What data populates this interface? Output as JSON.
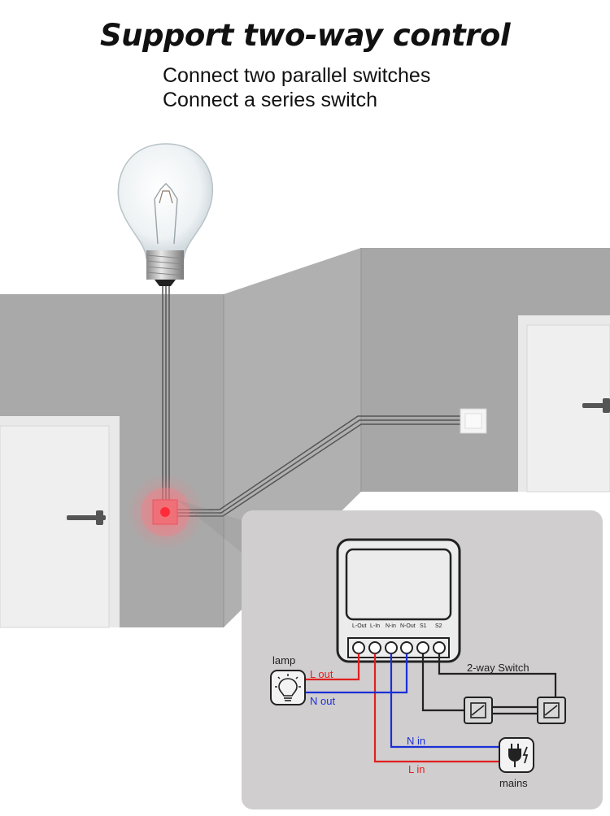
{
  "header": {
    "title": "Support two-way control",
    "lines": [
      "Connect two parallel switches",
      "Connect a series switch"
    ]
  },
  "diagram": {
    "terminals": [
      "L-Out",
      "L-In",
      "N-in",
      "N-Out",
      "S1",
      "S2"
    ],
    "lamp_label": "lamp",
    "l_out": "L out",
    "n_out": "N out",
    "switch_label": "2-way Switch",
    "n_in": "N in",
    "l_in": "L in",
    "mains_label": "mains"
  },
  "colors": {
    "wall": "#a9a9a9",
    "wall_light": "#b8b8b8",
    "panel": "#d1cecf",
    "live": "#e02020",
    "neutral": "#1a2fd6",
    "wire": "#222222",
    "device_glow": "#e8545f"
  },
  "icons": [
    "light-bulb-icon",
    "lamp-icon",
    "plug-icon",
    "door-handle-icon",
    "wall-switch-icon"
  ]
}
